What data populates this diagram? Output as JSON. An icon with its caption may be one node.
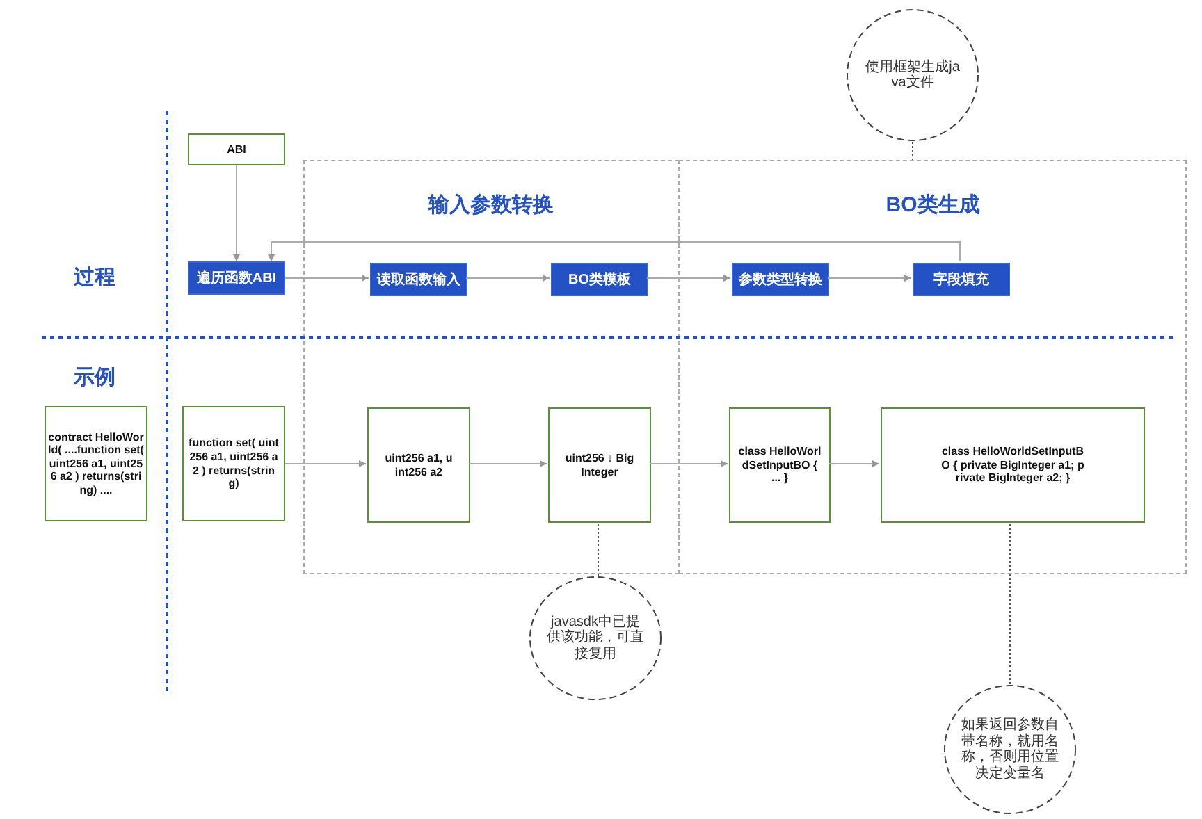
{
  "diagram": {
    "nodes": [
      {
        "text": [
          "使用框架生成java文件"
        ]
      },
      {
        "text": [
          "ABI"
        ]
      },
      {
        "text": [
          "输入参数转换"
        ]
      },
      {
        "text": [
          "BO类生成"
        ]
      },
      {
        "text": [
          "遍历函数ABI"
        ]
      },
      {
        "text": [
          "读取函数输入"
        ],
        "in": 2
      },
      {
        "text": [
          "BO类模板"
        ],
        "in": 2
      },
      {
        "text": [
          "参数类型转换"
        ],
        "in": 3
      },
      {
        "text": [
          "字段填充"
        ],
        "in": 3
      },
      {
        "text": [
          "contract HelloWorld( ....function set( uint256 a1, uint256 a2 ) returns(string) ...."
        ]
      },
      {
        "text": [
          "function set( uint256 a1, uint256 a2 ) returns(string)"
        ]
      },
      {
        "text": [
          "uint256 a1, uint256 a2"
        ],
        "in": 2
      },
      {
        "text": [
          "uint256 ↓ BigInteger"
        ],
        "in": 2
      },
      {
        "text": [
          "class HelloWorldSetInputBO { ... }"
        ],
        "in": 3
      },
      {
        "text": [
          "class HelloWorldSetInputBO { private BigInteger a1; private BigInteger a2; }"
        ],
        "in": 3
      },
      {
        "text": [
          "javasdk中已提供该功能，可直接复用"
        ]
      },
      {
        "text": [
          "如果返回参数自带名称，就用名称，否则用位置决定变量名"
        ]
      }
    ],
    "edges": [
      {
        "from": 1,
        "to": 4,
        "arrow": "to"
      },
      {
        "from": 4,
        "to": 5,
        "arrow": "to"
      },
      {
        "from": 5,
        "to": 6,
        "arrow": "to"
      },
      {
        "from": 6,
        "to": 7,
        "arrow": "to"
      },
      {
        "from": 7,
        "to": 8,
        "arrow": "to"
      },
      {
        "from": 8,
        "to": 4,
        "arrow": "to"
      },
      {
        "from": 10,
        "to": 11,
        "arrow": "to"
      },
      {
        "from": 11,
        "to": 12,
        "arrow": "to"
      },
      {
        "from": 12,
        "to": 13,
        "arrow": "to"
      },
      {
        "from": 13,
        "to": 14,
        "arrow": "to"
      },
      {
        "from": 0,
        "to": 3,
        "arrow": "none",
        "style": "dashed"
      },
      {
        "from": 15,
        "to": 12,
        "arrow": "none",
        "style": "dashed"
      },
      {
        "from": 16,
        "to": 14,
        "arrow": "none",
        "style": "dashed"
      }
    ],
    "labels": [
      "过程",
      "示例"
    ]
  }
}
